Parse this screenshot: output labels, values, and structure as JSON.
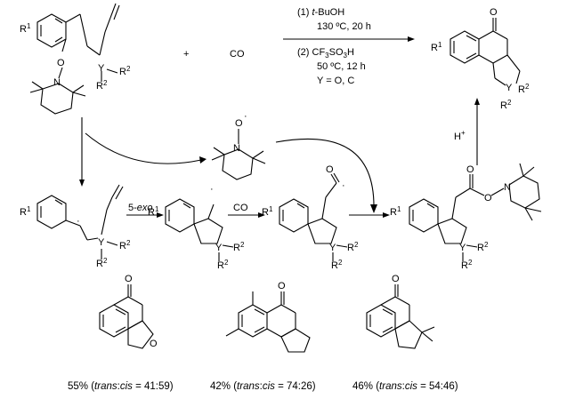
{
  "scheme": {
    "reagent_plus": "+",
    "reagent_co": "CO",
    "conditions": {
      "step1_prefix": "(1) ",
      "step1_reagent_italic": "t",
      "step1_reagent_rest": "-BuOH",
      "step1_temp_time": "130 ºC, 20 h",
      "step2_prefix": "(2) CF",
      "step2_sub3": "3",
      "step2_mid": "SO",
      "step2_rest": "H",
      "step2_temp_time": "50 ºC, 12 h",
      "y_definition": "Y = O, C"
    },
    "labels": {
      "R1": "R",
      "sup1": "1",
      "R2": "R",
      "sup2": "2",
      "Y": "Y",
      "O": "O",
      "N": "N",
      "H_plus": "H",
      "plus_sup": "+",
      "five_exo": "5-",
      "five_exo_italic": "exo",
      "co_step": "CO",
      "radical_dot": "·"
    },
    "yields": [
      {
        "percent": "55% (",
        "trans": "trans",
        "colon": ":",
        "cis": "cis",
        "ratio": " = 41:59)"
      },
      {
        "percent": "42% (",
        "trans": "trans",
        "colon": ":",
        "cis": "cis",
        "ratio": " = 74:26)"
      },
      {
        "percent": "46% (",
        "trans": "trans",
        "colon": ":",
        "cis": "cis",
        "ratio": " = 54:46)"
      }
    ]
  }
}
